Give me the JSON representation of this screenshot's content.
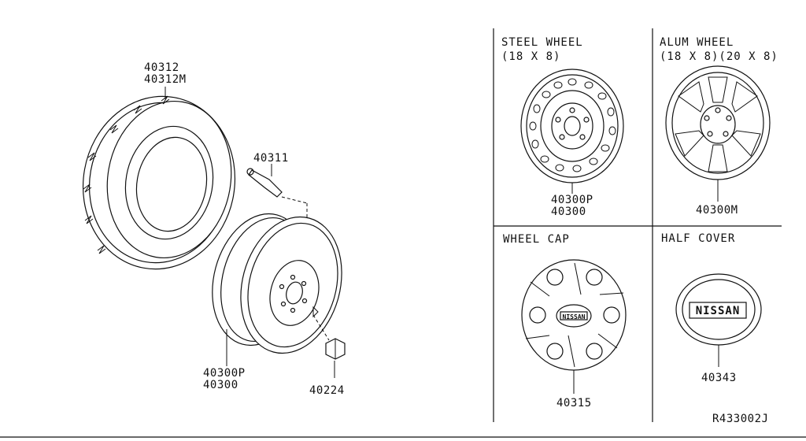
{
  "parts": {
    "tire": [
      "40312",
      "40312M"
    ],
    "valve": "40311",
    "steel_wheel_left": [
      "40300P",
      "40300"
    ],
    "lug_nut": "40224",
    "steel_wheel_right": [
      "40300P",
      "40300"
    ],
    "alum_wheel": "40300M",
    "wheel_cap": "40315",
    "half_cover": "40343"
  },
  "panels": {
    "steel_wheel": [
      "STEEL WHEEL",
      "(18 X 8)"
    ],
    "alum_wheel": [
      "ALUM WHEEL",
      "(18 X 8)(20 X 8)"
    ],
    "wheel_cap": "WHEEL CAP",
    "half_cover": "HALF COVER"
  },
  "emblem_text": "NISSAN",
  "diagram_code": "R433002J"
}
